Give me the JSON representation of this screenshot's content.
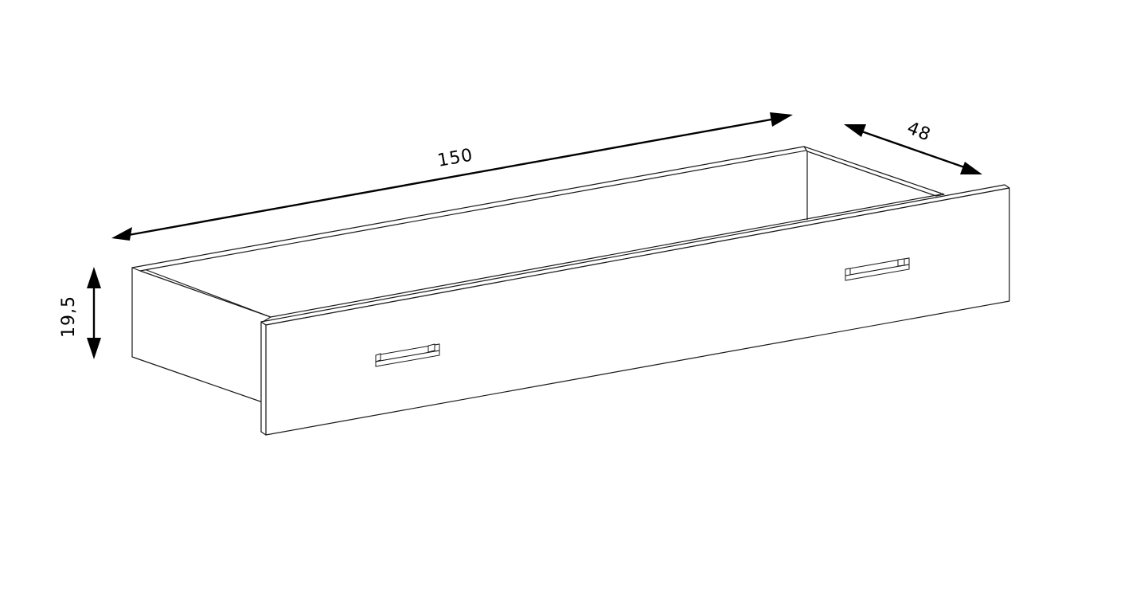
{
  "diagram": {
    "subject": "drawer",
    "dimensions": {
      "width": "150",
      "depth": "48",
      "height": "19,5"
    }
  }
}
